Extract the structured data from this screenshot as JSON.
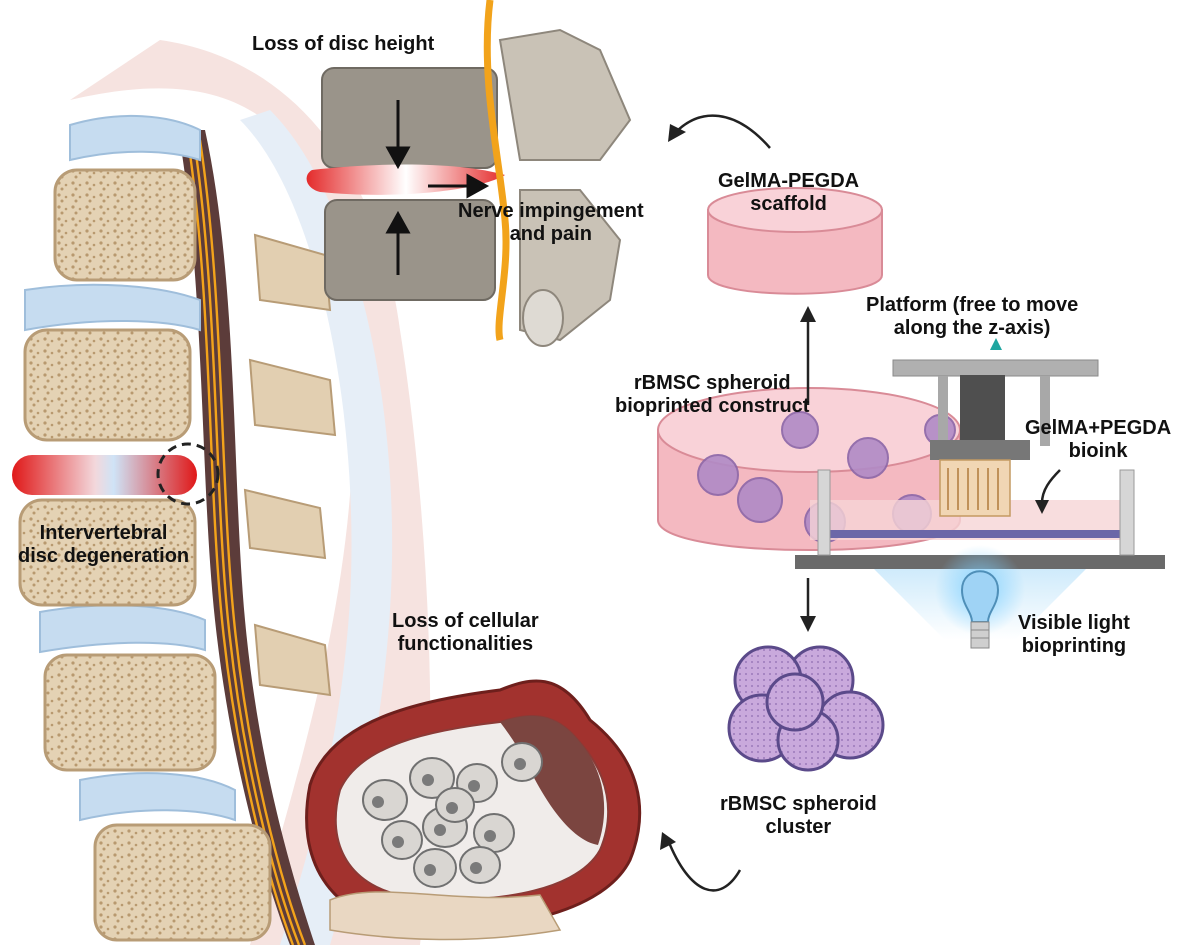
{
  "labels": {
    "disc_height": "Loss of disc height",
    "nerve": [
      "Nerve impingement",
      "and pain"
    ],
    "ivd": [
      "Intervertebral",
      "disc degeneration"
    ],
    "cellular": [
      "Loss of cellular",
      "functionalities"
    ],
    "scaffold": [
      "GelMA-PEGDA",
      "scaffold"
    ],
    "platform": [
      "Platform (free to move",
      "along the z-axis)"
    ],
    "construct": [
      "rBMSC spheroid",
      "bioprinted construct"
    ],
    "bioink": [
      "GelMA+PEGDA",
      "bioink"
    ],
    "light": [
      "Visible light",
      "bioprinting"
    ],
    "cluster": [
      "rBMSC spheroid",
      "cluster"
    ]
  },
  "colors": {
    "bone": "#e7d7bd",
    "bone_dark": "#b89c76",
    "disc": "#c6dcf0",
    "vertebra_grey": "#9a948a",
    "nerve": "#f2a31b",
    "hydrogel": "#f4b9c1",
    "spheroid": "#9b7cb8",
    "tissue_red": "#a2322e",
    "light_blue": "#9fd3f5"
  }
}
